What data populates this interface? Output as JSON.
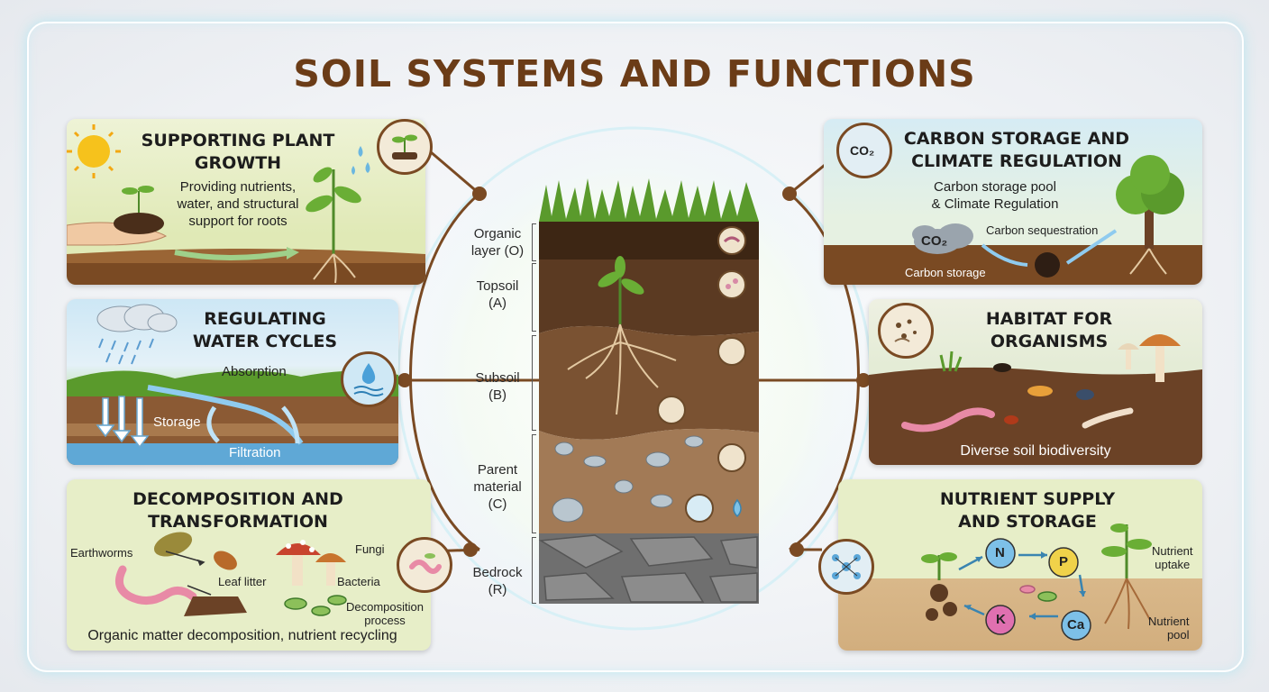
{
  "title": "SOIL SYSTEMS AND FUNCTIONS",
  "soil_profile": {
    "layers": [
      {
        "name": "Organic layer (O)",
        "line1": "Organic",
        "line2": "layer (O)"
      },
      {
        "name": "Topsoil (A)",
        "line1": "Topsoil",
        "line2": "(A)"
      },
      {
        "name": "Subsoil (B)",
        "line1": "Subsoil",
        "line2": "(B)"
      },
      {
        "name": "Parent material (C)",
        "line1": "Parent",
        "line2": "material",
        "line3": "(C)"
      },
      {
        "name": "Bedrock (R)",
        "line1": "Bedrock",
        "line2": "(R)"
      }
    ]
  },
  "panels": {
    "plant_growth": {
      "title_line1": "SUPPORTING PLANT",
      "title_line2": "GROWTH",
      "desc_line1": "Providing nutrients,",
      "desc_line2": "water, and structural",
      "desc_line3": "support for roots"
    },
    "water": {
      "title_line1": "REGULATING",
      "title_line2": "WATER CYCLES",
      "absorption": "Absorption",
      "storage": "Storage",
      "filtration": "Filtration"
    },
    "decomposition": {
      "title_line1": "DECOMPOSITION AND",
      "title_line2": "TRANSFORMATION",
      "earthworms": "Earthworms",
      "leaf_litter": "Leaf litter",
      "fungi": "Fungi",
      "bacteria": "Bacteria",
      "process_line1": "Decomposition",
      "process_line2": "process",
      "caption": "Organic matter decomposition, nutrient recycling"
    },
    "carbon": {
      "title_line1": "CARBON STORAGE AND",
      "title_line2": "CLIMATE REGULATION",
      "desc_line1": "Carbon storage pool",
      "desc_line2": "& Climate Regulation",
      "sequestration": "Carbon sequestration",
      "storage": "Carbon storage",
      "co2_badge": "CO₂",
      "co2_cloud": "CO₂"
    },
    "habitat": {
      "title_line1": "HABITAT FOR",
      "title_line2": "ORGANISMS",
      "caption": "Diverse soil biodiversity"
    },
    "nutrient": {
      "title_line1": "NUTRIENT SUPPLY",
      "title_line2": "AND STORAGE",
      "n": "N",
      "p": "P",
      "ca": "Ca",
      "k": "K",
      "uptake_line1": "Nutrient",
      "uptake_line2": "uptake",
      "pool_line1": "Nutrient",
      "pool_line2": "pool"
    }
  },
  "colors": {
    "title": "#6b3c17",
    "connector": "#7a4a23",
    "soil_dark": "#5b3a22",
    "grass": "#5a9a2c"
  }
}
